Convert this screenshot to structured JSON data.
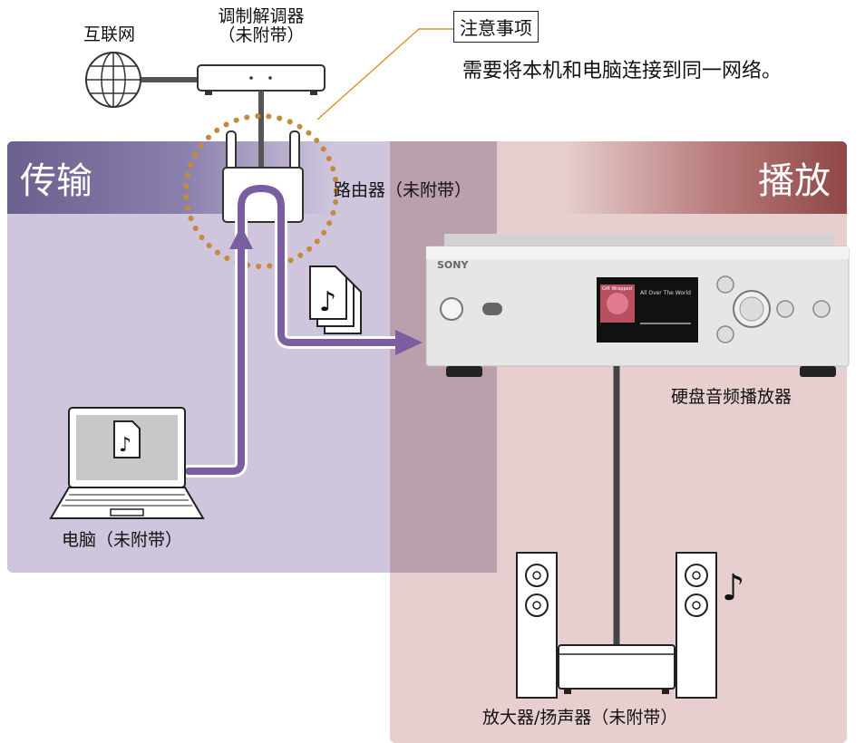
{
  "zones": {
    "transfer_label": "传输",
    "playback_label": "播放"
  },
  "nodes": {
    "internet": "互联网",
    "modem": "调制解调器\n（未附带）",
    "router": "路由器（未附带）",
    "player": "硬盘音频播放器",
    "computer": "电脑（未附带）",
    "amp_speakers": "放大器/扬声器（未附带）"
  },
  "note": {
    "title": "注意事项",
    "text": "需要将本机和电脑连接到同一网络。"
  },
  "device": {
    "brand": "SONY",
    "screen_song": "All Over The World",
    "screen_album": "Gift Wrapped"
  },
  "colors": {
    "transfer_zone": "#cfc6dd",
    "playback_zone": "#e7cfcf",
    "arrow": "#7b5ea0",
    "highlight_ring": "#c58a3e"
  }
}
